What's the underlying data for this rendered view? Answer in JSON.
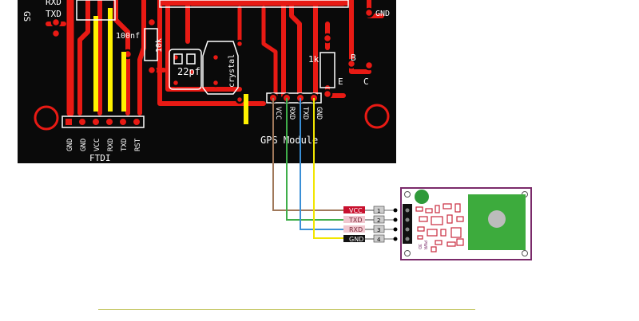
{
  "pcb": {
    "top_left_labels": [
      "GS",
      "RXD",
      "TXD"
    ],
    "gnd_right": "GND",
    "capacitor_100nf": "100nf",
    "resistor_10k": "10k",
    "capacitor_22pf": "22pf",
    "crystal": "crystal",
    "resistor_1k": "1k",
    "transistor_pins": [
      "B",
      "E",
      "C"
    ],
    "ftdi_pins": [
      "GND",
      "GND",
      "VCC",
      "RXD",
      "TXD",
      "RST"
    ],
    "ftdi_label": "FTDI",
    "gps_pins": [
      "VCC",
      "RXD",
      "TXD",
      "GND"
    ],
    "gps_label": "GPS Module"
  },
  "gps_board": {
    "pins": [
      {
        "label": "VCC",
        "num": "1"
      },
      {
        "label": "TXD",
        "num": "2"
      },
      {
        "label": "RXD",
        "num": "3"
      },
      {
        "label": "GND",
        "num": "4"
      }
    ],
    "side_labels": [
      "PWR",
      "3D"
    ]
  },
  "colors": {
    "pcb_bg": "#0a0a0a",
    "trace": "#e81a14",
    "jumper": "#fff200",
    "silkscreen": "#ffffff",
    "wire_vcc": "#a0785a",
    "wire_rxd": "#3fae4a",
    "wire_txd": "#3a8fd6",
    "wire_gnd": "#f2e600",
    "module_outline": "#7a2a6a",
    "antenna": "#3dab3d"
  }
}
